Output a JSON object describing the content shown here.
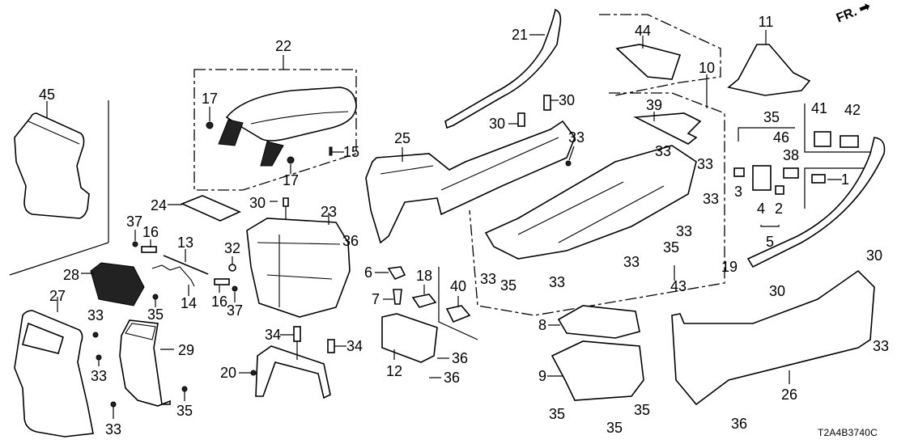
{
  "diagram": {
    "type": "exploded-parts-diagram",
    "drawing_code": "T2A4B3740C",
    "direction_indicator": "FR.",
    "callouts": [
      {
        "id": "c45",
        "text": "45"
      },
      {
        "id": "c22",
        "text": "22"
      },
      {
        "id": "c17a",
        "text": "17"
      },
      {
        "id": "c17b",
        "text": "17"
      },
      {
        "id": "c15",
        "text": "15"
      },
      {
        "id": "c24",
        "text": "24"
      },
      {
        "id": "c30a",
        "text": "30"
      },
      {
        "id": "c37a",
        "text": "37"
      },
      {
        "id": "c16a",
        "text": "16"
      },
      {
        "id": "c13",
        "text": "13"
      },
      {
        "id": "c32",
        "text": "32"
      },
      {
        "id": "c23",
        "text": "23"
      },
      {
        "id": "c36a",
        "text": "36"
      },
      {
        "id": "c28",
        "text": "28"
      },
      {
        "id": "c14",
        "text": "14"
      },
      {
        "id": "c16b",
        "text": "16"
      },
      {
        "id": "c37b",
        "text": "37"
      },
      {
        "id": "c35a",
        "text": "35"
      },
      {
        "id": "c27",
        "text": "27"
      },
      {
        "id": "c33a",
        "text": "33"
      },
      {
        "id": "c33b",
        "text": "33"
      },
      {
        "id": "c33c",
        "text": "33"
      },
      {
        "id": "c29",
        "text": "29"
      },
      {
        "id": "c35b",
        "text": "35"
      },
      {
        "id": "c34a",
        "text": "34"
      },
      {
        "id": "c34b",
        "text": "34"
      },
      {
        "id": "c20",
        "text": "20"
      },
      {
        "id": "c21",
        "text": "21"
      },
      {
        "id": "c30b",
        "text": "30"
      },
      {
        "id": "c30c",
        "text": "30"
      },
      {
        "id": "c25",
        "text": "25"
      },
      {
        "id": "c33d",
        "text": "33"
      },
      {
        "id": "c6",
        "text": "6"
      },
      {
        "id": "c7",
        "text": "7"
      },
      {
        "id": "c18",
        "text": "18"
      },
      {
        "id": "c40",
        "text": "40"
      },
      {
        "id": "c12",
        "text": "12"
      },
      {
        "id": "c36b",
        "text": "36"
      },
      {
        "id": "c36c",
        "text": "36"
      },
      {
        "id": "c44",
        "text": "44"
      },
      {
        "id": "c10",
        "text": "10"
      },
      {
        "id": "c39",
        "text": "39"
      },
      {
        "id": "c33e",
        "text": "33"
      },
      {
        "id": "c33f",
        "text": "33"
      },
      {
        "id": "c33g",
        "text": "33"
      },
      {
        "id": "c33h",
        "text": "33"
      },
      {
        "id": "c35c",
        "text": "35"
      },
      {
        "id": "c33i",
        "text": "33"
      },
      {
        "id": "c33j",
        "text": "33"
      },
      {
        "id": "c35d",
        "text": "35"
      },
      {
        "id": "c33k",
        "text": "33"
      },
      {
        "id": "c43",
        "text": "43"
      },
      {
        "id": "c8",
        "text": "8"
      },
      {
        "id": "c9",
        "text": "9"
      },
      {
        "id": "c35e",
        "text": "35"
      },
      {
        "id": "c35f",
        "text": "35"
      },
      {
        "id": "c35g",
        "text": "35"
      },
      {
        "id": "c11",
        "text": "11"
      },
      {
        "id": "c35h",
        "text": "35"
      },
      {
        "id": "c46",
        "text": "46"
      },
      {
        "id": "c41",
        "text": "41"
      },
      {
        "id": "c42",
        "text": "42"
      },
      {
        "id": "c38",
        "text": "38"
      },
      {
        "id": "c3",
        "text": "3"
      },
      {
        "id": "c4",
        "text": "4"
      },
      {
        "id": "c2",
        "text": "2"
      },
      {
        "id": "c5",
        "text": "5"
      },
      {
        "id": "c1",
        "text": "1"
      },
      {
        "id": "c19",
        "text": "19"
      },
      {
        "id": "c30d",
        "text": "30"
      },
      {
        "id": "c30e",
        "text": "30"
      },
      {
        "id": "c33l",
        "text": "33"
      },
      {
        "id": "c26",
        "text": "26"
      },
      {
        "id": "c36d",
        "text": "36"
      }
    ]
  }
}
